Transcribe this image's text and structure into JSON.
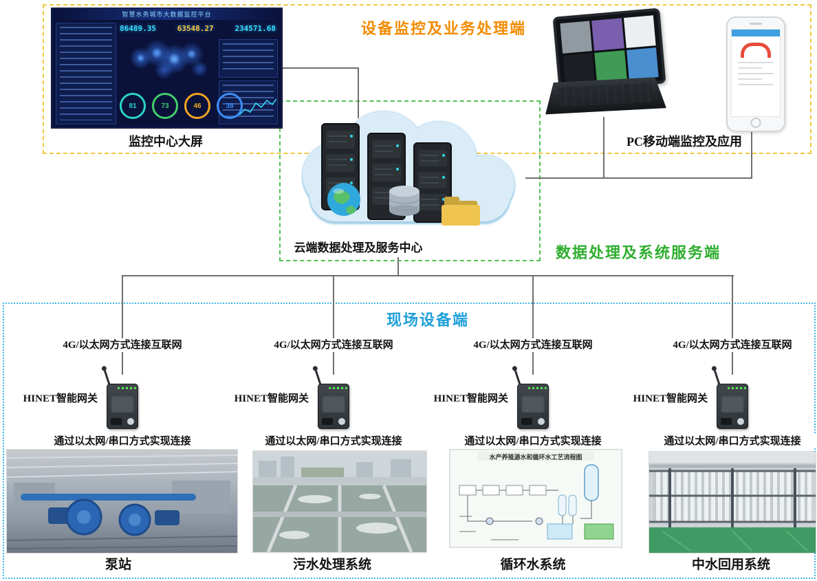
{
  "zones": {
    "top": {
      "title": "设备监控及业务处理端",
      "border_color": "#EDC93F",
      "title_color": "#F28B00"
    },
    "middle": {
      "title": "数据处理及系统服务端",
      "border_color": "#52C152",
      "title_color": "#2FAE2F"
    },
    "bottom": {
      "title": "现场设备端",
      "border_color": "#35B5E5",
      "title_color": "#1E9FD8"
    }
  },
  "monitor_center": {
    "label": "监控中心大屏",
    "screen_title": "智慧水务城市大数据监控平台",
    "stats": [
      {
        "value": "86489.35",
        "color": "#35E0FF"
      },
      {
        "value": "63548.27",
        "color": "#FFC53D"
      },
      {
        "value": "234571.68",
        "color": "#35E0FF"
      }
    ],
    "gauges": [
      {
        "value": "81",
        "color": "#2AD5C8"
      },
      {
        "value": "73",
        "color": "#43D06A"
      },
      {
        "value": "46",
        "color": "#F5A623"
      },
      {
        "value": "38",
        "color": "#3E8EF7"
      }
    ]
  },
  "pc_mobile": {
    "label": "PC移动端监控及应用"
  },
  "cloud": {
    "label": "云端数据处理及服务中心"
  },
  "field": {
    "columns": [
      {
        "uplink": "4G/以太网方式连接互联网",
        "gateway": "HINET智能网关",
        "downlink": "通过以太网/串口方式实现连接",
        "site": "泵站"
      },
      {
        "uplink": "4G/以太网方式连接互联网",
        "gateway": "HINET智能网关",
        "downlink": "通过以太网/串口方式实现连接",
        "site": "污水处理系统"
      },
      {
        "uplink": "4G/以太网方式连接互联网",
        "gateway": "HINET智能网关",
        "downlink": "通过以太网/串口方式实现连接",
        "site": "循环水系统",
        "photo_title": "水产养殖源水和循环水工艺流程图"
      },
      {
        "uplink": "4G/以太网方式连接互联网",
        "gateway": "HINET智能网关",
        "downlink": "通过以太网/串口方式实现连接",
        "site": "中水回用系统"
      }
    ]
  }
}
